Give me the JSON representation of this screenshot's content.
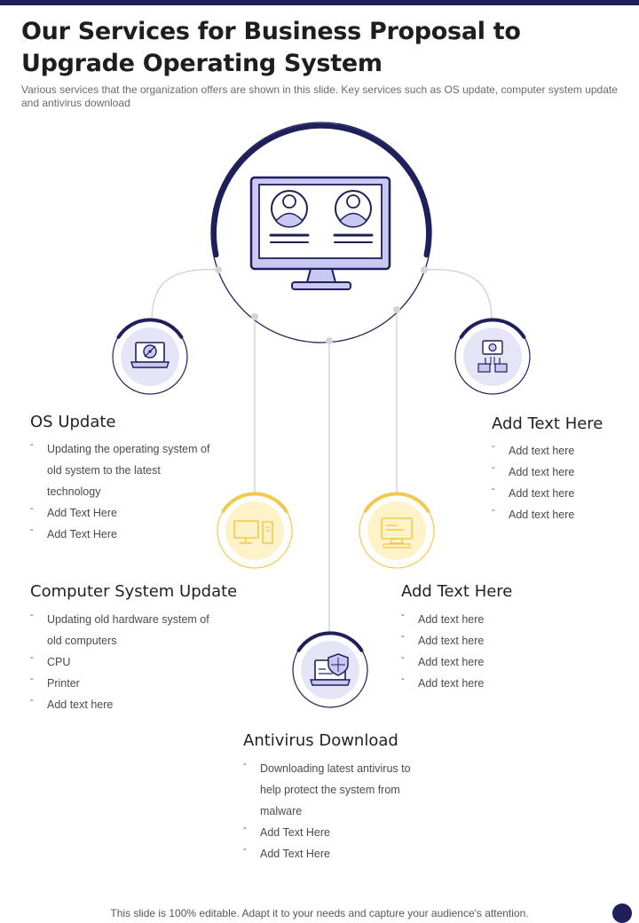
{
  "title": "Our Services for Business Proposal to Upgrade Operating System",
  "subtitle": "Various services that the organization offers are shown in this slide. Key services such as OS update, computer system update and antivirus download",
  "colors": {
    "navy": "#1f1f5c",
    "lavender": "#c9c8f3",
    "lavender_light": "#e6e5f8",
    "yellow": "#f2c94c",
    "yellow_light": "#fdf2c8",
    "connector": "#cfcfcf"
  },
  "services": [
    {
      "title": "OS Update",
      "icon": "laptop-disc-icon",
      "items": [
        "Updating the operating system of old system to the latest technology",
        "Add Text Here",
        "Add Text Here"
      ]
    },
    {
      "title": "Computer System Update",
      "icon": "desktop-computer-icon",
      "items": [
        "Updating old hardware system of old computers",
        "CPU",
        "Printer",
        "Add text here"
      ]
    },
    {
      "title": "Antivirus Download",
      "icon": "shield-laptop-icon",
      "items": [
        "Downloading latest antivirus to help protect the system from malware",
        "Add Text Here",
        "Add Text Here"
      ]
    },
    {
      "title": "Add Text Here",
      "icon": "computer-monitor-icon",
      "items": [
        "Add text here",
        "Add text here",
        "Add text here",
        "Add text here"
      ]
    },
    {
      "title": "Add Text Here",
      "icon": "network-settings-icon",
      "items": [
        "Add text here",
        "Add text here",
        "Add text here",
        "Add text here"
      ]
    }
  ],
  "footer": "This slide is 100% editable. Adapt it to your needs and capture your audience's attention."
}
